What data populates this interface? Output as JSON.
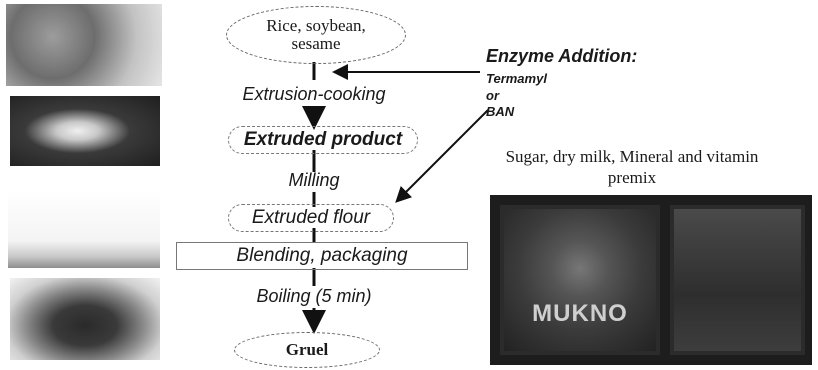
{
  "flow": {
    "input": "Rice, soybean, sesame",
    "step1": "Extrusion-cooking",
    "product": "Extruded product",
    "step2": "Milling",
    "flour": "Extruded flour",
    "step3": "Blending, packaging",
    "step4": "Boiling (5 min)",
    "output": "Gruel"
  },
  "enzyme": {
    "title": "Enzyme Addition:",
    "option1": "Termamyl",
    "or": "or",
    "option2": "BAN"
  },
  "premix": "Sugar, dry milk, Mineral and vitamin premix",
  "product_photo": {
    "logo_text": "MUKNO"
  }
}
